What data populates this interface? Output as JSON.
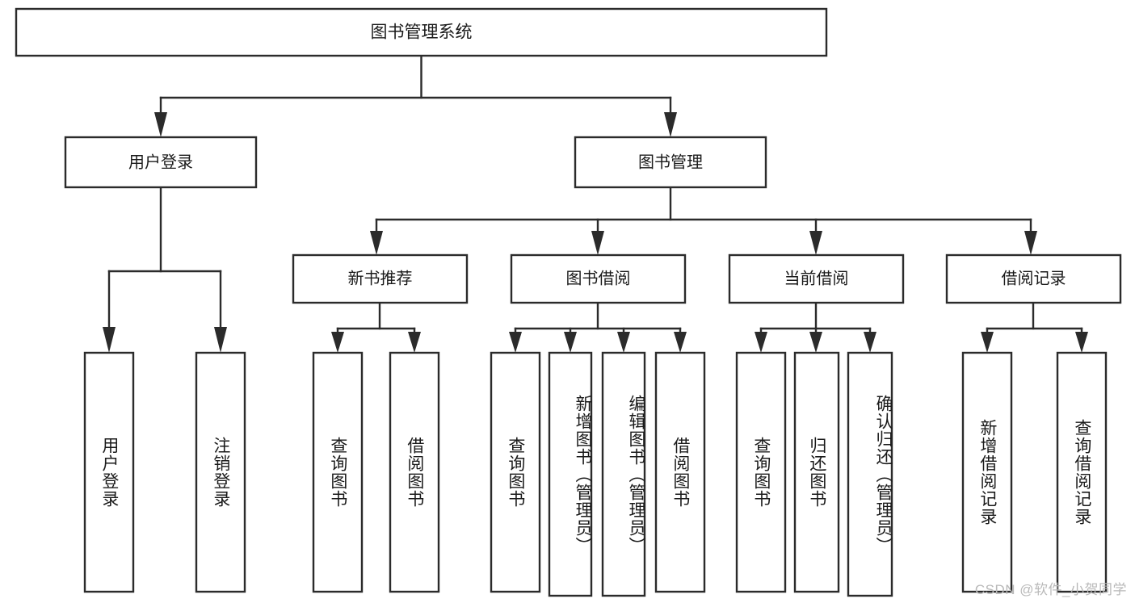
{
  "diagram": {
    "title": "图书管理系统",
    "type": "tree",
    "orientation": "top-down",
    "colors": {
      "stroke": "#2b2b2b",
      "fill": "#ffffff",
      "text": "#1a1a1a",
      "background": "#ffffff",
      "watermark": "#b9b9b9"
    },
    "root": {
      "label": "图书管理系统"
    },
    "level2": [
      {
        "id": "user-login",
        "label": "用户登录"
      },
      {
        "id": "book-manage",
        "label": "图书管理"
      }
    ],
    "level3": [
      {
        "id": "new-book-recommend",
        "label": "新书推荐",
        "parent": "book-manage"
      },
      {
        "id": "book-borrow",
        "label": "图书借阅",
        "parent": "book-manage"
      },
      {
        "id": "current-borrow",
        "label": "当前借阅",
        "parent": "book-manage"
      },
      {
        "id": "borrow-record",
        "label": "借阅记录",
        "parent": "book-manage"
      }
    ],
    "leaves": [
      {
        "id": "leaf-user-login",
        "label": "用户登录",
        "parent": "user-login"
      },
      {
        "id": "leaf-logout-login",
        "label": "注销登录",
        "parent": "user-login"
      },
      {
        "id": "leaf-query-book-1",
        "label": "查询图书",
        "parent": "new-book-recommend"
      },
      {
        "id": "leaf-borrow-book-1",
        "label": "借阅图书",
        "parent": "new-book-recommend"
      },
      {
        "id": "leaf-query-book-2",
        "label": "查询图书",
        "parent": "book-borrow"
      },
      {
        "id": "leaf-add-book",
        "label": "新增图书（管理员）",
        "parent": "book-borrow"
      },
      {
        "id": "leaf-edit-book",
        "label": "编辑图书（管理员）",
        "parent": "book-borrow"
      },
      {
        "id": "leaf-borrow-book-2",
        "label": "借阅图书",
        "parent": "book-borrow"
      },
      {
        "id": "leaf-query-book-3",
        "label": "查询图书",
        "parent": "current-borrow"
      },
      {
        "id": "leaf-return-book",
        "label": "归还图书",
        "parent": "current-borrow"
      },
      {
        "id": "leaf-confirm-return",
        "label": "确认归还（管理员）",
        "parent": "current-borrow"
      },
      {
        "id": "leaf-add-record",
        "label": "新增借阅记录",
        "parent": "borrow-record"
      },
      {
        "id": "leaf-query-record",
        "label": "查询借阅记录",
        "parent": "borrow-record"
      }
    ],
    "watermark": "CSDN @软件_小贺同学"
  }
}
